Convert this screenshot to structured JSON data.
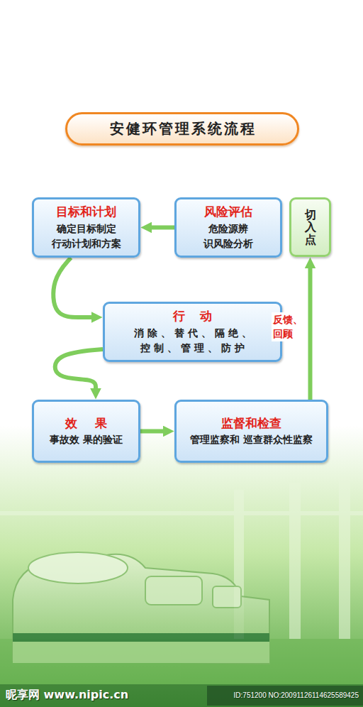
{
  "diagram": {
    "title": "安健环管理系统流程",
    "nodes": [
      {
        "text": [
          "目标和计划",
          "确定目标制定 行动计划和方案"
        ]
      },
      {
        "text": [
          "风险评估",
          "危险源辨 识风险分析"
        ]
      },
      {
        "text": [
          "切入点"
        ]
      },
      {
        "text": [
          "行动",
          "消除、替代、隔绝、 控制、管理、防护"
        ]
      },
      {
        "text": [
          "效果",
          "事故效 果的验证"
        ]
      },
      {
        "text": [
          "监督和检查",
          "管理监察和 巡查群众性监察"
        ]
      }
    ],
    "edges": [
      {
        "from": 1,
        "to": 0,
        "arrow": "to"
      },
      {
        "from": 0,
        "to": 3,
        "arrow": "to"
      },
      {
        "from": 3,
        "to": 4,
        "arrow": "to"
      },
      {
        "from": 4,
        "to": 5,
        "arrow": "to"
      },
      {
        "from": 5,
        "to": 2,
        "arrow": "to",
        "label": "反馈、 回顾"
      }
    ],
    "labels": [
      "昵享网 www.nipic.cn",
      "ID:751200 NO:20091126114625589425"
    ]
  }
}
